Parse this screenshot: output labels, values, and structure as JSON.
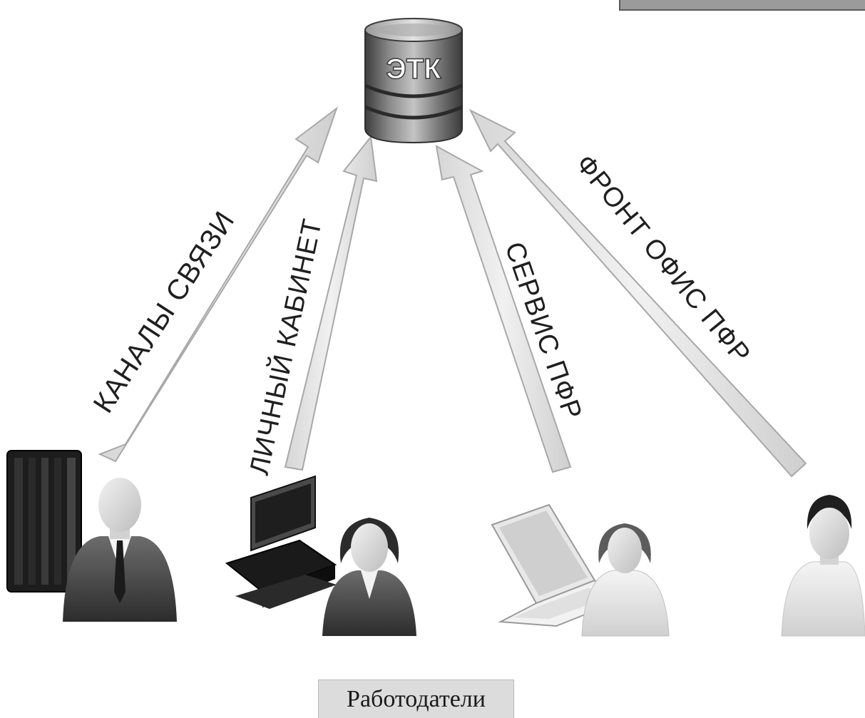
{
  "hub": {
    "label": "ЭТК"
  },
  "channels": [
    {
      "label": "КАНАЛЫ СВЯЗИ"
    },
    {
      "label": "ЛИЧНЫЙ КАБИНЕТ"
    },
    {
      "label": "СЕРВИС ПФР"
    },
    {
      "label": "ФРОНТ ОФИС ПФР"
    }
  ],
  "actors": [
    {
      "icon": "server-businessman-icon"
    },
    {
      "icon": "desktop-computer-woman-icon"
    },
    {
      "icon": "laptop-woman-icon"
    },
    {
      "icon": "man-icon"
    }
  ],
  "footer": {
    "label": "Работодатели"
  },
  "colors": {
    "arrow_fill": "#e6e6e6",
    "arrow_stroke": "#a8a8a8",
    "label_text": "#1f1f1f",
    "cylinder_dark": "#4a4a4a",
    "cylinder_light": "#bdbdbd"
  }
}
